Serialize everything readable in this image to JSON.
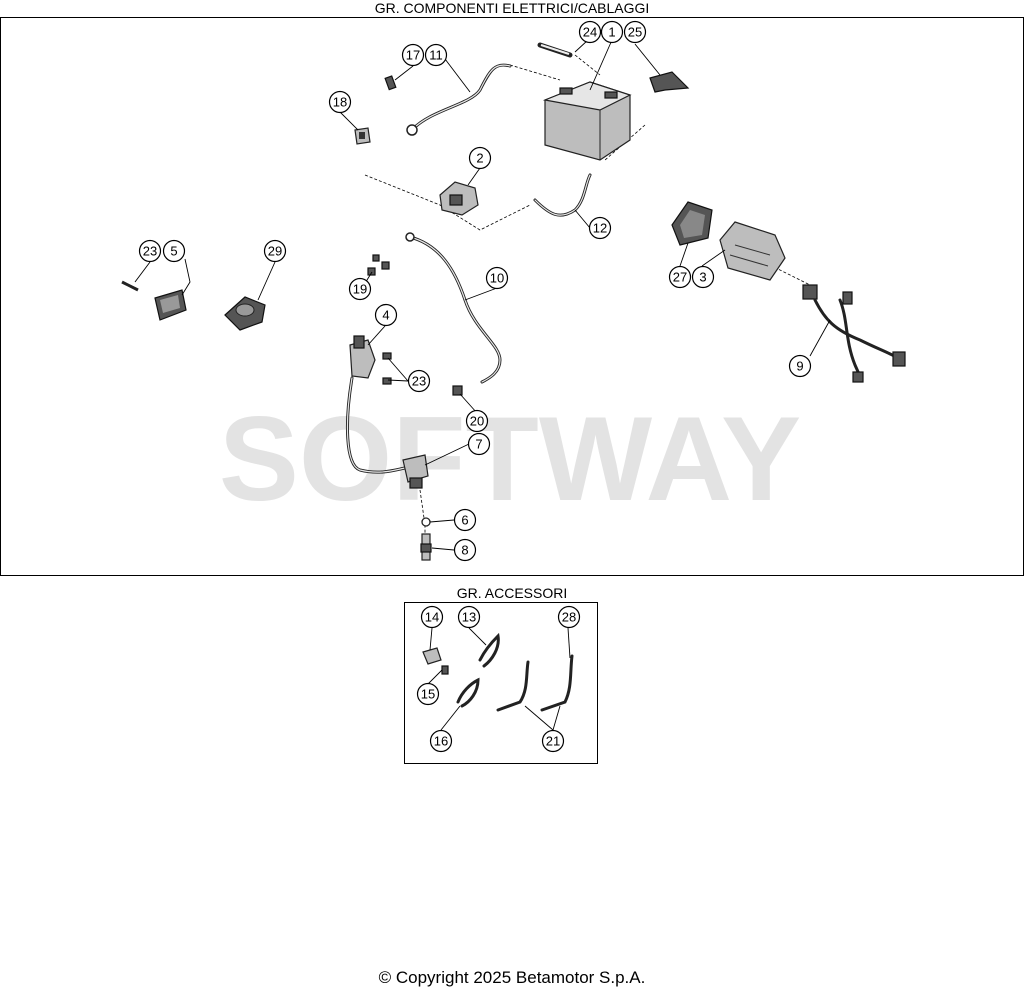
{
  "titles": {
    "main_group": "GR. COMPONENTI ELETTRICI/CABLAGGI",
    "accessories_group": "GR. ACCESSORI"
  },
  "callouts": {
    "c1": "1",
    "c2": "2",
    "c3": "3",
    "c4": "4",
    "c5": "5",
    "c6": "6",
    "c7": "7",
    "c8": "8",
    "c9": "9",
    "c10": "10",
    "c11": "11",
    "c12": "12",
    "c13": "13",
    "c14": "14",
    "c15": "15",
    "c16": "16",
    "c17": "17",
    "c18": "18",
    "c19": "19",
    "c20": "20",
    "c21": "21",
    "c23a": "23",
    "c23b": "23",
    "c24": "24",
    "c25": "25",
    "c27": "27",
    "c28": "28",
    "c29": "29"
  },
  "watermark": "SOFTWAY",
  "copyright": "© Copyright 2025 Betamotor S.p.A."
}
